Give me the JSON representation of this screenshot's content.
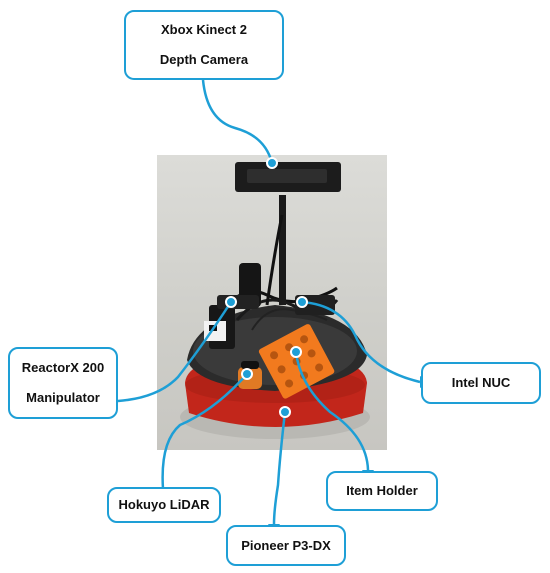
{
  "colors": {
    "accent": "#1e9fd6",
    "robot_base": "#c2261b",
    "item_holder": "#f27a1e"
  },
  "labels": {
    "kinect": {
      "line1": "Xbox Kinect 2",
      "line2": "Depth Camera"
    },
    "reactorx": {
      "line1": "ReactorX 200",
      "line2": "Manipulator"
    },
    "intel_nuc": {
      "line1": "Intel NUC"
    },
    "hokuyo": {
      "line1": "Hokuyo LiDAR"
    },
    "item_holder": {
      "line1": "Item Holder"
    },
    "pioneer": {
      "line1": "Pioneer P3-DX"
    }
  }
}
